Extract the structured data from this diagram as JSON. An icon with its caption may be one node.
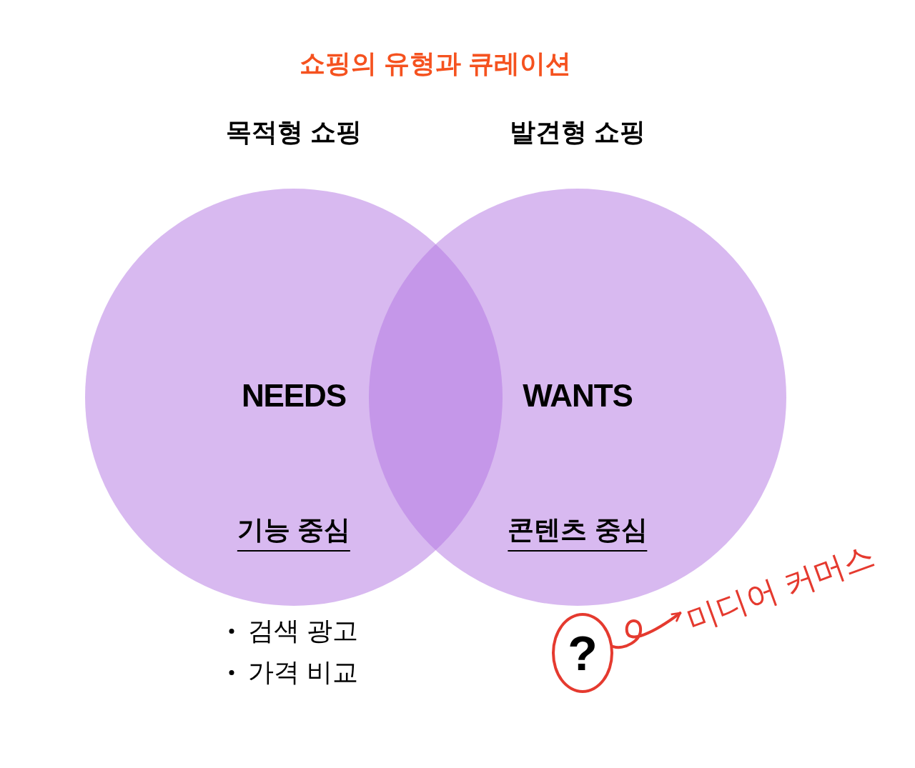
{
  "diagram": {
    "title": "쇼핑의 유형과 큐레이션",
    "nodes": [
      {
        "text": [
          "목적형 쇼핑",
          "NEEDS",
          "기능 중심"
        ],
        "beside": [
          "검색 광고",
          "가격 비교"
        ]
      },
      {
        "text": [
          "발견형 쇼핑",
          "WANTS",
          "콘텐츠 중심"
        ]
      },
      {
        "text": [
          "?"
        ]
      },
      {
        "text": [
          "미디어 커머스"
        ]
      }
    ],
    "edges": [
      {
        "from": 2,
        "to": 3,
        "arrow": "to",
        "color": "#e53a2f"
      }
    ]
  }
}
